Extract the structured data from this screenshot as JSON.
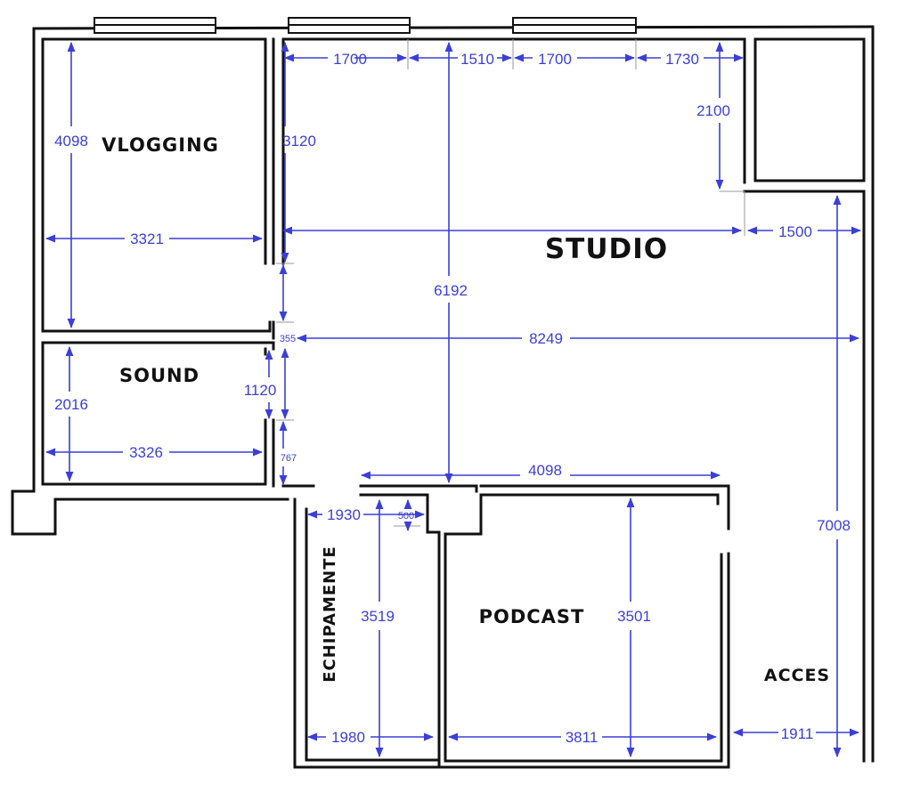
{
  "colors": {
    "walls": "#111111",
    "dimensions": "#3a3fd8",
    "background": "#ffffff"
  },
  "rooms": {
    "vlogging": "VLOGGING",
    "studio": "STUDIO",
    "sound": "SOUND",
    "echipamente": "ECHIPAMENTE",
    "podcast": "PODCAST",
    "acces": "ACCES"
  },
  "dimensions": {
    "top_1": "1700",
    "top_2": "1510",
    "top_3": "1700",
    "top_4": "1730",
    "corner_height": "2100",
    "vlogging_height": "4098",
    "vlogging_width": "3321",
    "studio_wall_upper": "3120",
    "studio_to_right": "1500",
    "studio_height": "6192",
    "small_gap": "355",
    "studio_width": "8249",
    "sound_height": "2016",
    "sound_door": "1120",
    "sound_width": "3326",
    "lower_gap": "767",
    "podcast_top_width": "4098",
    "echipamente_top": "1930",
    "echipamente_notch": "500",
    "echipamente_height": "3519",
    "echipamente_width": "1980",
    "podcast_height": "3501",
    "podcast_width": "3811",
    "acces_height": "7008",
    "acces_width": "1911"
  }
}
